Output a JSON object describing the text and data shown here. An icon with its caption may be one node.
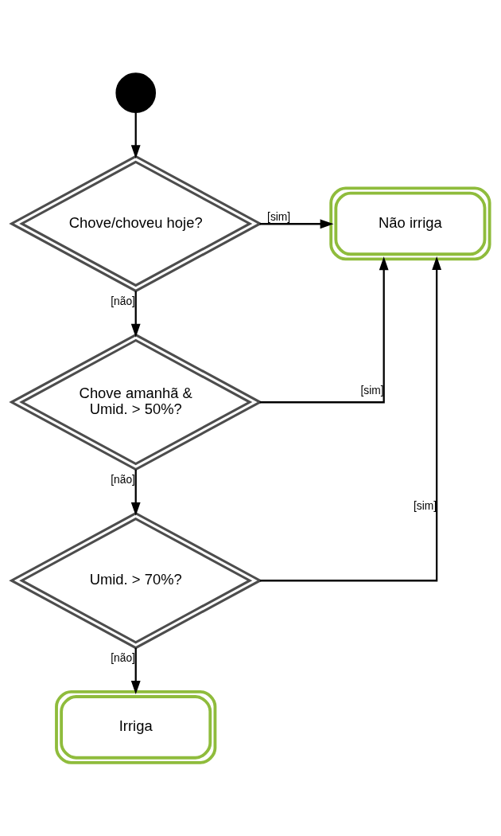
{
  "diagram": {
    "nodes": [
      {
        "text": [],
        "shape": "circle"
      },
      {
        "text": [
          "Chove/choveu hoje?"
        ]
      },
      {
        "text": [
          "Não irriga"
        ]
      },
      {
        "text": [
          "Chove amanhã & Umid. > 50%?"
        ]
      },
      {
        "text": [
          "Umid. > 70%?"
        ]
      },
      {
        "text": [
          "Irriga"
        ]
      }
    ],
    "edges": [
      {
        "from": 0,
        "to": 1,
        "arrow": "to"
      },
      {
        "from": 1,
        "to": 2,
        "arrow": "to",
        "label": "[sim]"
      },
      {
        "from": 1,
        "to": 3,
        "arrow": "to",
        "label": "[não]"
      },
      {
        "from": 3,
        "to": 2,
        "arrow": "to",
        "label": "[sim]"
      },
      {
        "from": 3,
        "to": 4,
        "arrow": "to",
        "label": "[não]"
      },
      {
        "from": 4,
        "to": 2,
        "arrow": "to",
        "label": "[sim]"
      },
      {
        "from": 4,
        "to": 5,
        "arrow": "to",
        "label": "[não]"
      }
    ]
  }
}
